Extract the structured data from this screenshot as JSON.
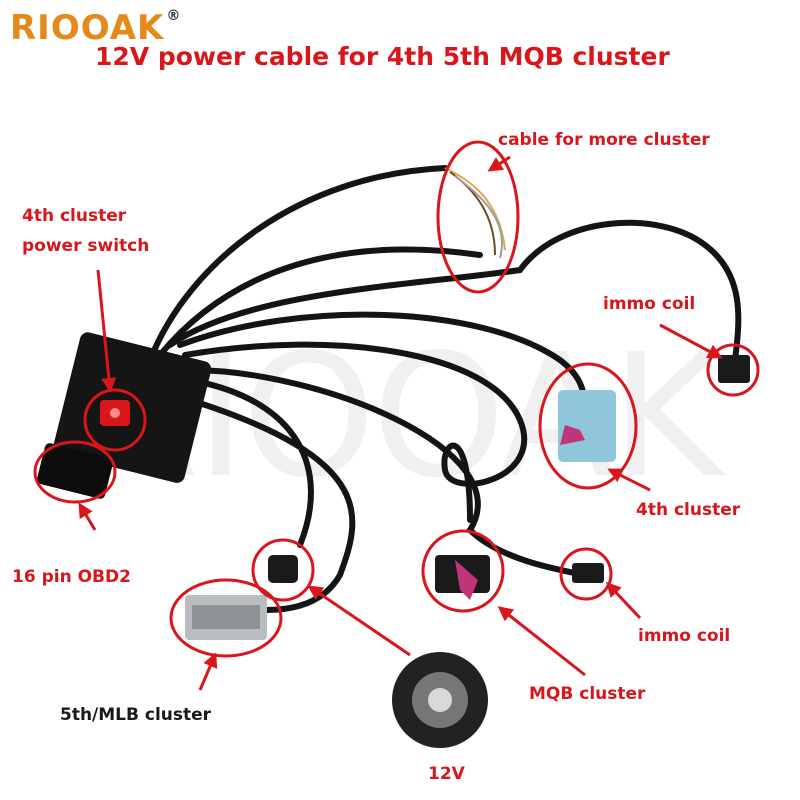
{
  "brand": {
    "name": "RIOOAK",
    "registered": "®"
  },
  "title": "12V power cable for 4th 5th  MQB cluster",
  "watermark": "RIOOAK",
  "labels": {
    "cable_more": "cable for more cluster",
    "switch_line1": "4th cluster",
    "switch_line2": "power switch",
    "immo_top": "immo coil",
    "cluster_4th": "4th cluster",
    "obd": "16 pin OBD2",
    "immo_bottom": "immo coil",
    "mlb": "5th/MLB cluster",
    "mqb": "MQB cluster",
    "v12": "12V"
  },
  "colors": {
    "brand": "#e38a1a",
    "annotation": "#d8161c",
    "cable": "#141414",
    "connector_blue": "#8fc6dc",
    "connector_pink": "#c0357a"
  }
}
